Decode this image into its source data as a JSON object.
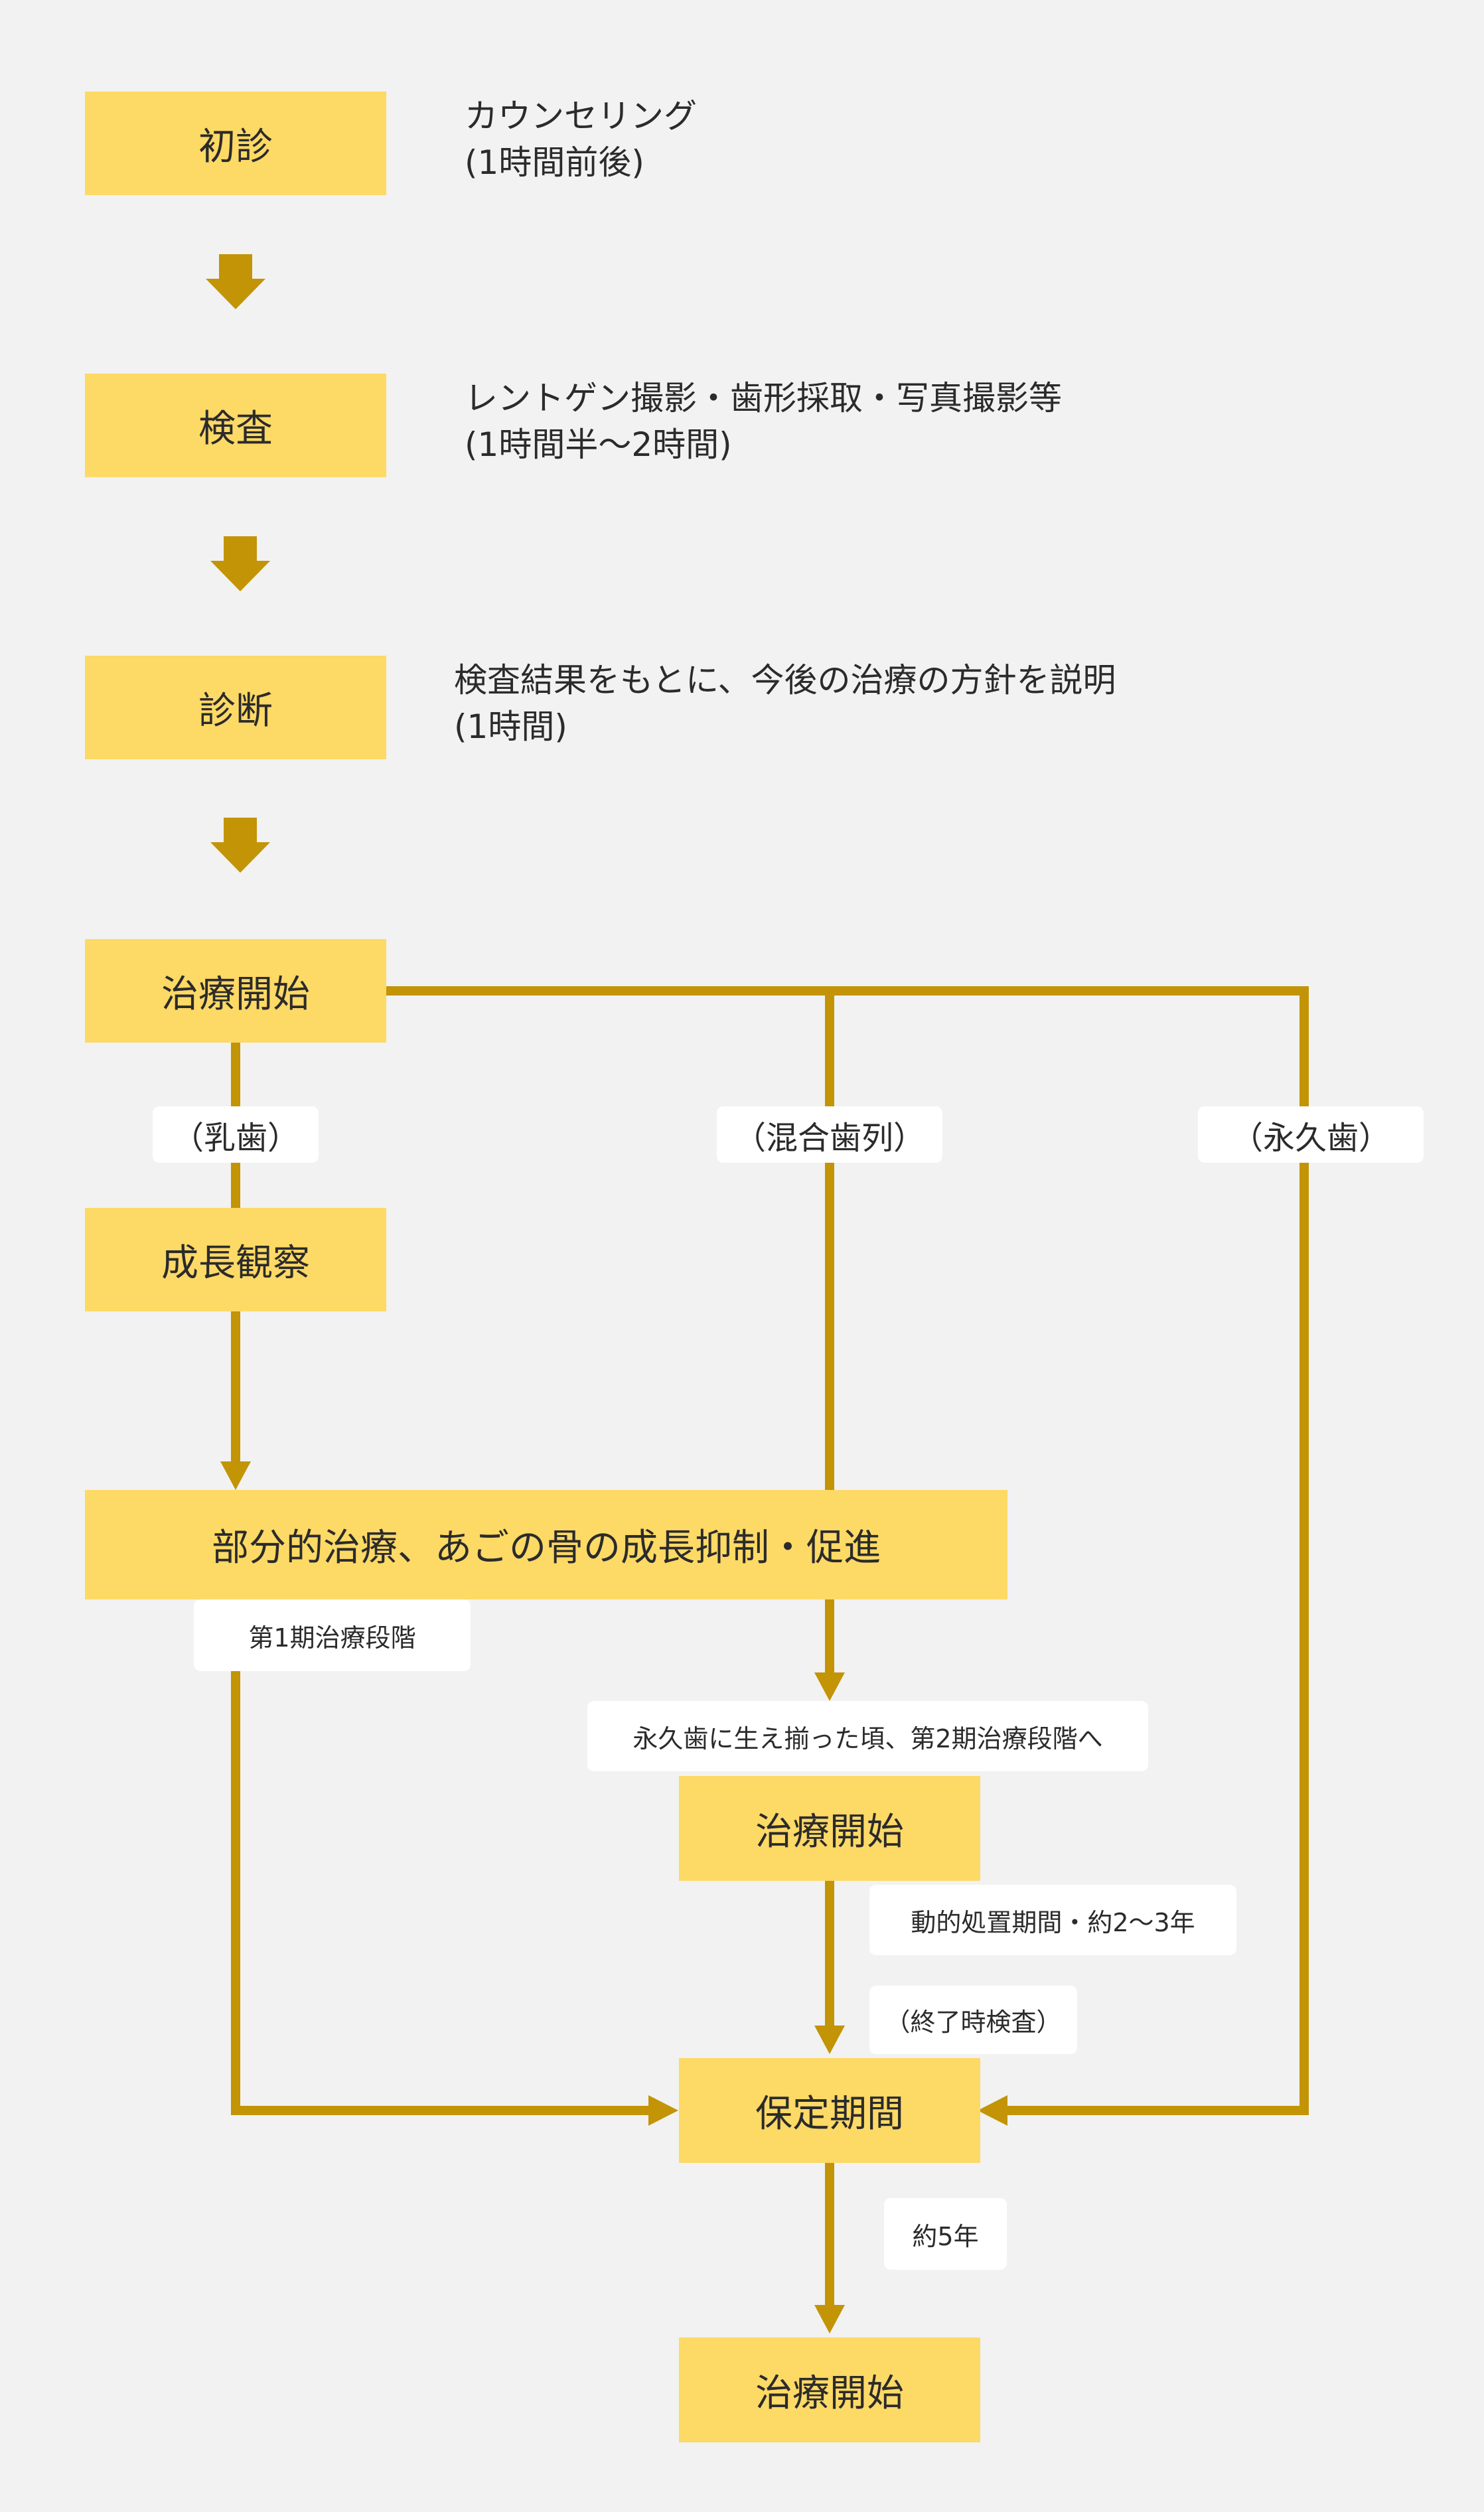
{
  "colors": {
    "background": "#f2f2f2",
    "box_fill": "#fdd966",
    "arrow": "#c29406",
    "label_fill": "#ffffff",
    "text": "#2b2b2b"
  },
  "steps": {
    "initial": {
      "label": "初診",
      "note_line1": "カウンセリング",
      "note_line2": "(1時間前後)"
    },
    "exam": {
      "label": "検査",
      "note_line1": "レントゲン撮影・歯形採取・写真撮影等",
      "note_line2": "(1時間半〜2時間)"
    },
    "diagnosis": {
      "label": "診断",
      "note_line1": "検査結果をもとに、今後の治療の方針を説明",
      "note_line2": "(1時間)"
    },
    "start": {
      "label": "治療開始"
    },
    "growth_observation": {
      "label": "成長観察"
    },
    "partial_treatment": {
      "label": "部分的治療、あごの骨の成長抑制・促進"
    },
    "start_phase2": {
      "label": "治療開始"
    },
    "retention": {
      "label": "保定期間"
    },
    "start_final": {
      "label": "治療開始"
    }
  },
  "branch_labels": {
    "primary": "（乳歯）",
    "mixed": "（混合歯列）",
    "permanent": "（永久歯）"
  },
  "phase_labels": {
    "phase1": "第1期治療段階",
    "phase2": "永久歯に生え揃った頃、第2期治療段階へ",
    "active_period": "動的処置期間・約2〜3年",
    "final_exam": "（終了時検査）",
    "about_5_years": "約5年"
  }
}
